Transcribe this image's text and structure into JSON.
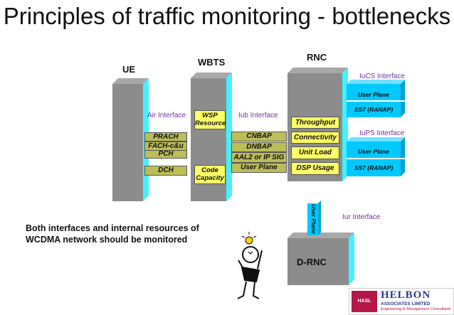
{
  "title": "Principles of traffic monitoring - bottlenecks",
  "nodes": {
    "ue": "UE",
    "wbts": "WBTS",
    "rnc": "RNC",
    "drnc": "D-RNC"
  },
  "interfaces": {
    "air": "Air Interface",
    "iub": "Iub Interface",
    "iucs": "IuCS Interface",
    "iups": "IuPS Interface",
    "iur": "Iur Interface"
  },
  "ue_channels": {
    "prach": "PRACH",
    "fach": "FACH-c&u",
    "pch": "PCH",
    "dch": "DCH"
  },
  "wbts_resources": {
    "wsp_line1": "WSP",
    "wsp_line2": "Resource",
    "code_line1": "Code",
    "code_line2": "Capacity"
  },
  "iub_protocols": {
    "cnbap": "CNBAP",
    "dnbap": "DNBAP",
    "aal2": "AAL2 or IP SIG",
    "user_plane": "User Plane"
  },
  "rnc_resources": {
    "throughput": "Throughput",
    "connectivity": "Connectivity",
    "unit_load": "Unit Load",
    "dsp_usage": "DSP Usage"
  },
  "iucs_planes": {
    "user_plane": "User Plane",
    "ss7": "SS7 (RANAP)"
  },
  "iups_planes": {
    "user_plane": "User Plane",
    "ss7": "SS7 (RANAP)"
  },
  "iur_user_plane": "User Plane",
  "note": {
    "line1": "Both interfaces and internal resources of",
    "line2": "WCDMA network should be monitored"
  },
  "logo": {
    "name": "HELBON",
    "sub1": "ASSOCIATES LIMITED",
    "sub2": "Engineering & Management Consultants",
    "mark": "HASL"
  }
}
